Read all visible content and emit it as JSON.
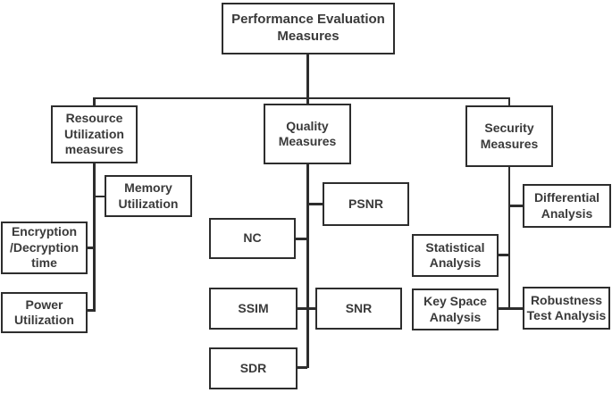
{
  "diagram": {
    "type": "tree",
    "title": "Performance Evaluation Measures",
    "colors": {
      "line": "#2d2d2d",
      "text": "#3a3a3a",
      "box_fill": "#ffffff",
      "background": "#ffffff"
    },
    "nodes": {
      "root": {
        "label": "Performance Evaluation Measures",
        "children": [
          "resource",
          "quality",
          "security"
        ]
      },
      "resource": {
        "label": "Resource Utilization measures",
        "children": [
          "memory",
          "encryption",
          "power"
        ]
      },
      "memory": {
        "label": "Memory Utilization"
      },
      "encryption": {
        "label": "Encryption /Decryption time"
      },
      "power": {
        "label": "Power Utilization"
      },
      "quality": {
        "label": "Quality Measures",
        "children": [
          "psnr",
          "nc",
          "ssim",
          "snr",
          "sdr"
        ]
      },
      "psnr": {
        "label": "PSNR"
      },
      "nc": {
        "label": "NC"
      },
      "ssim": {
        "label": "SSIM"
      },
      "snr": {
        "label": "SNR"
      },
      "sdr": {
        "label": "SDR"
      },
      "security": {
        "label": "Security Measures",
        "children": [
          "differential",
          "statistical",
          "keyspace",
          "robustness"
        ]
      },
      "differential": {
        "label": "Differential Analysis"
      },
      "statistical": {
        "label": "Statistical Analysis"
      },
      "keyspace": {
        "label": "Key Space Analysis"
      },
      "robustness": {
        "label": "Robustness Test Analysis"
      }
    }
  }
}
